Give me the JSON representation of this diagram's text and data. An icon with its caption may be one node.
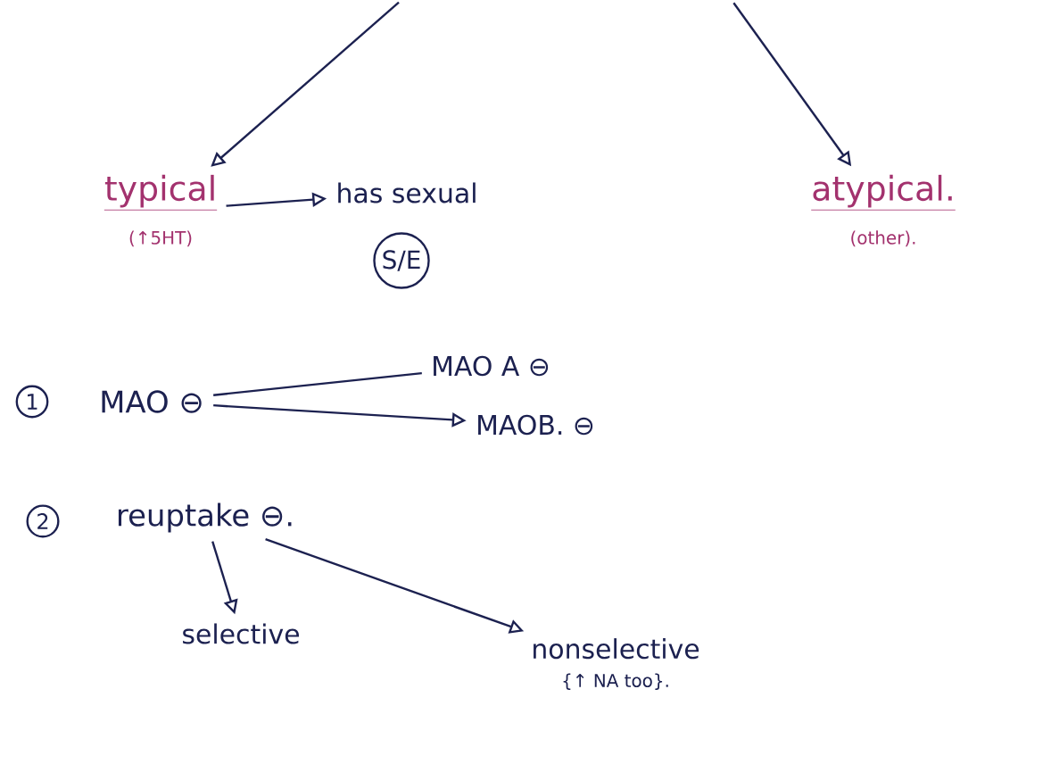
{
  "diagram": {
    "nodes": [
      {
        "text": [
          "typical",
          "(↑5HT)"
        ]
      },
      {
        "text": [
          "has sexual"
        ]
      },
      {
        "text": [
          "S/E"
        ]
      },
      {
        "text": [
          "atypical.",
          "(other)."
        ]
      },
      {
        "text": [
          "1"
        ]
      },
      {
        "text": [
          "MAO ⊖"
        ]
      },
      {
        "text": [
          "MAO A ⊖"
        ]
      },
      {
        "text": [
          "MAOB. ⊖"
        ]
      },
      {
        "text": [
          "2"
        ]
      },
      {
        "text": [
          "reuptake ⊖."
        ]
      },
      {
        "text": [
          "selective"
        ]
      },
      {
        "text": [
          "nonselective",
          "{↑ NA too}."
        ]
      }
    ],
    "edges": [
      {
        "from": null,
        "to": 0,
        "arrow": "to"
      },
      {
        "from": null,
        "to": 3,
        "arrow": "to"
      },
      {
        "from": 0,
        "to": 1,
        "arrow": "to"
      },
      {
        "from": 5,
        "to": 6,
        "arrow": "none"
      },
      {
        "from": 5,
        "to": 7,
        "arrow": "to"
      },
      {
        "from": 9,
        "to": 10,
        "arrow": "to"
      },
      {
        "from": 9,
        "to": 11,
        "arrow": "to"
      }
    ]
  }
}
